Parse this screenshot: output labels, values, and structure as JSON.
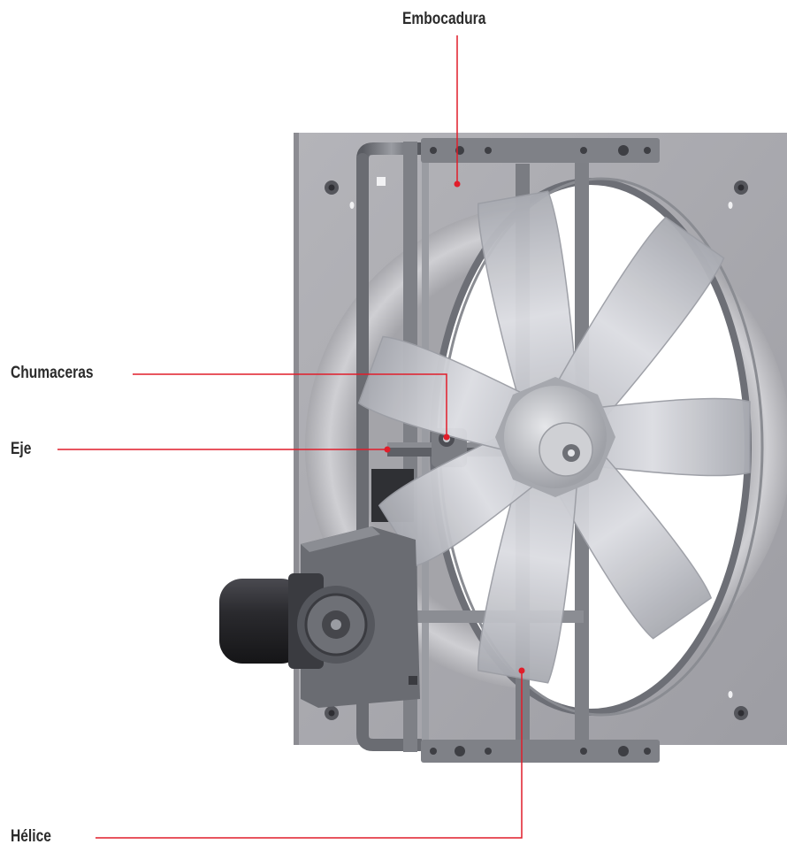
{
  "labels": {
    "embocadura": "Embocadura",
    "chumaceras": "Chumaceras",
    "eje": "Eje",
    "helice": "Hélice"
  },
  "colors": {
    "leader": "#e11d2a",
    "panel": "#a9a9ae",
    "blade": "#c9cbd1",
    "frame": "#6d6f76",
    "motor": "#2c2c30"
  },
  "parts": {
    "blade_count": 7
  }
}
